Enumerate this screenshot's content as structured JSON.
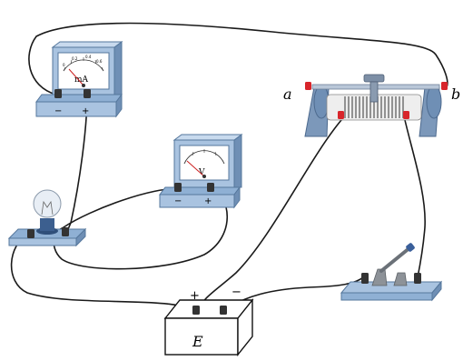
{
  "circuit": {
    "milliammeter": {
      "unit": "mA",
      "minus": "−",
      "plus": "+",
      "scale": [
        "0",
        "0.2",
        "0.4",
        "0.6"
      ]
    },
    "voltmeter": {
      "unit": "V",
      "minus": "−",
      "plus": "+"
    },
    "rheostat": {
      "end_a": "a",
      "end_b": "b"
    },
    "battery": {
      "label": "E",
      "plus": "+",
      "minus": "−"
    }
  },
  "colors": {
    "wire": "#1a1a1a",
    "meter_body": "#a9c3e0",
    "meter_dark": "#6f8fb5",
    "terminal_red": "#d8252b",
    "needle": "#cc2222",
    "coil": "#6b6b6b"
  }
}
